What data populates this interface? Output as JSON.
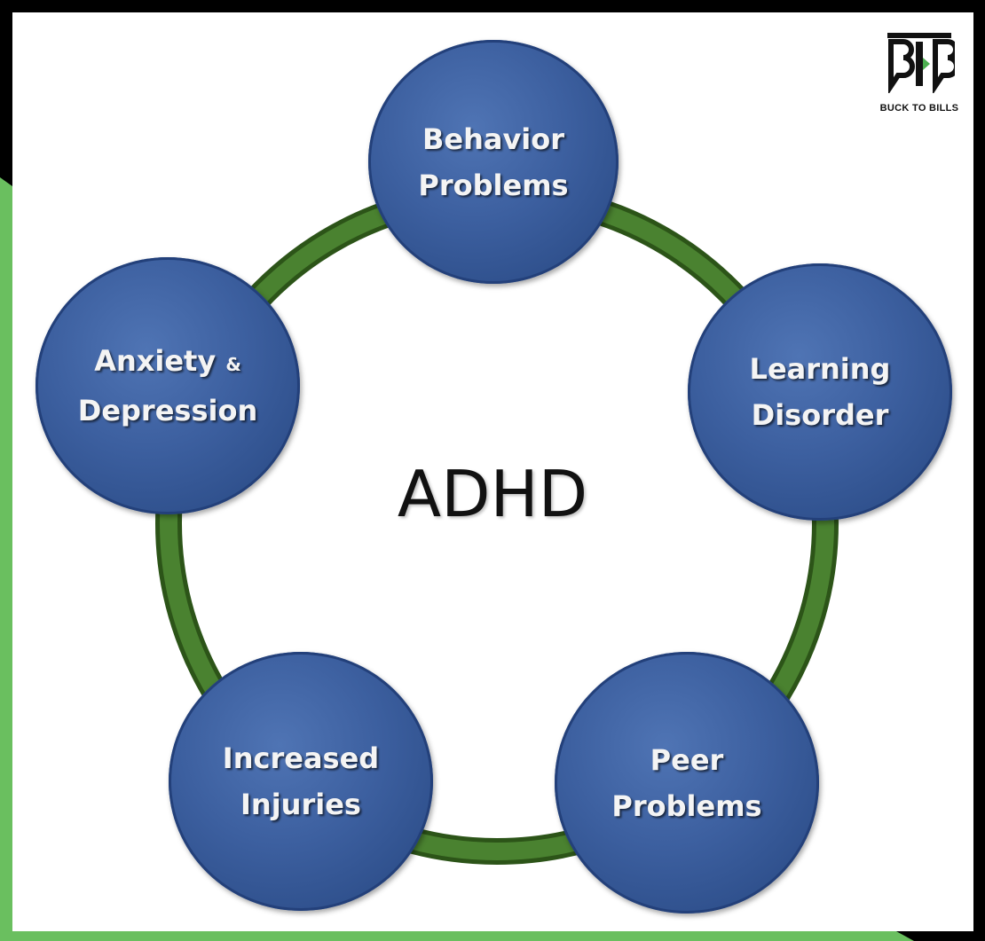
{
  "logo": {
    "mark_text": "BTB",
    "name": "BUCK TO BILLS"
  },
  "diagram": {
    "center": "ADHD",
    "nodes": [
      {
        "line1": "Behavior",
        "line2": "Problems"
      },
      {
        "line1": "Learning",
        "line2": "Disorder"
      },
      {
        "line1": "Peer",
        "line2": "Problems"
      },
      {
        "line1": "Increased",
        "line2": "Injuries"
      },
      {
        "line1": "Anxiety",
        "line1_suffix": "&",
        "line2": "Depression"
      }
    ]
  },
  "colors": {
    "frame_black": "#000000",
    "frame_green": "#6abf5f",
    "ring_green": "#3a6b22",
    "node_blue": "#3c5f9f",
    "node_text": "#f4f4f4",
    "logo_accent": "#4caf50"
  }
}
